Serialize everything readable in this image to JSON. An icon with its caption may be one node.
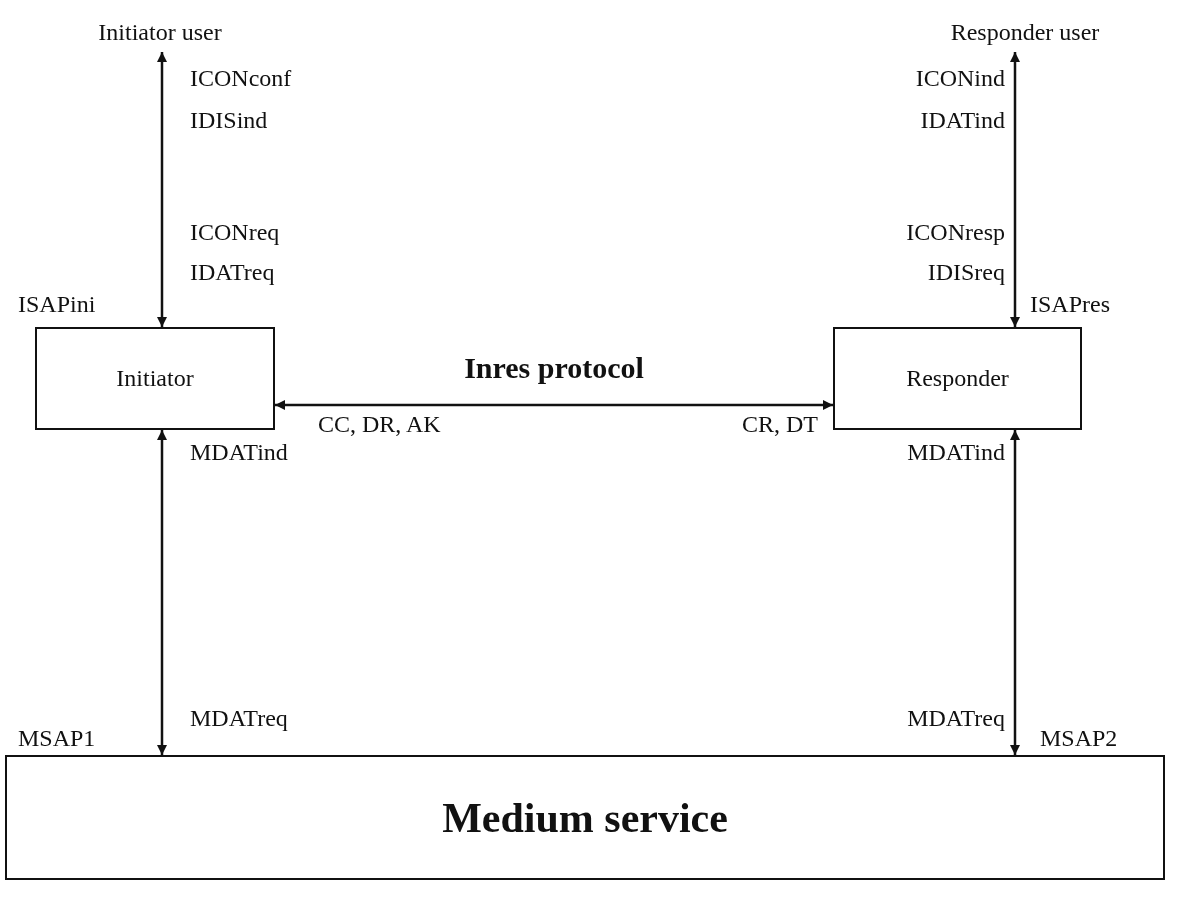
{
  "diagram": {
    "nodes": [
      {
        "text": [
          "Initiator user"
        ]
      },
      {
        "text": [
          "Responder user"
        ]
      },
      {
        "text": [
          "Initiator"
        ]
      },
      {
        "text": [
          "Responder"
        ]
      },
      {
        "text": [
          "Medium service"
        ]
      }
    ],
    "edges": [
      {
        "from": 0,
        "to": 2,
        "arrow": "both"
      },
      {
        "from": 1,
        "to": 3,
        "arrow": "both"
      },
      {
        "from": 2,
        "to": 3,
        "arrow": "both",
        "label": "Inres protocol"
      },
      {
        "from": 2,
        "to": 4,
        "arrow": "both"
      },
      {
        "from": 3,
        "to": 4,
        "arrow": "both"
      }
    ],
    "labels": [
      "ICONconf",
      "ICONind",
      "IDISind",
      "IDATind",
      "ICONreq",
      "ICONresp",
      "IDATreq",
      "IDISreq",
      "ISAPini",
      "ISAPres",
      "CC, DR, AK",
      "CR, DT",
      "MDATind",
      "MDATind",
      "MDATreq",
      "MDATreq",
      "MSAP1",
      "MSAP2"
    ]
  }
}
